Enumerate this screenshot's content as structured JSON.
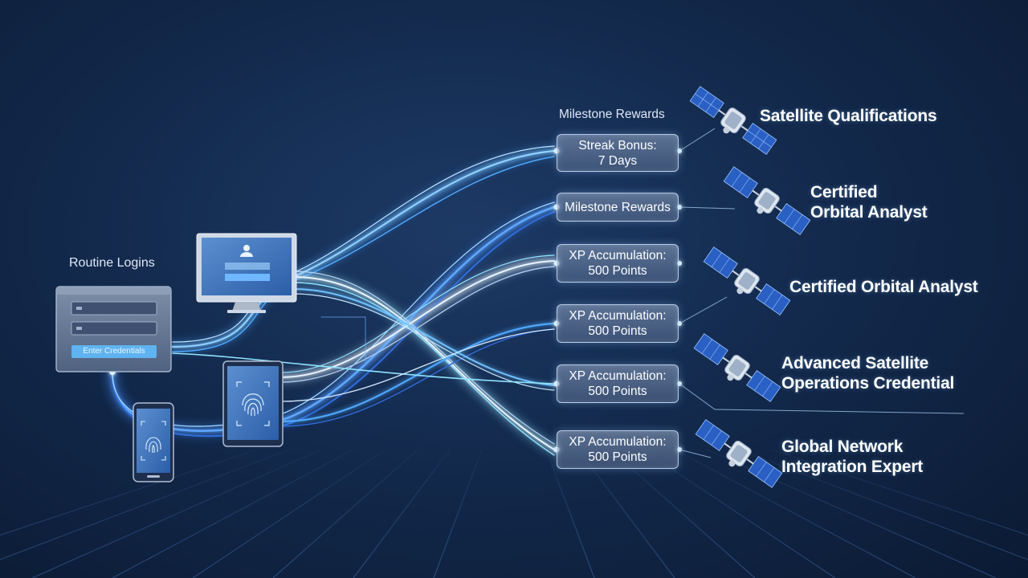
{
  "left": {
    "routine_logins_label": "Routine Logins",
    "enter_credentials_button": "Enter Credentials"
  },
  "rewards": {
    "header": "Milestone Rewards",
    "boxes": [
      {
        "line1": "Streak Bonus:",
        "line2": "7 Days"
      },
      {
        "line1": "Milestone Rewards",
        "line2": ""
      },
      {
        "line1": "XP Accumulation:",
        "line2": "500 Points"
      },
      {
        "line1": "XP Accumulation:",
        "line2": "500 Points"
      },
      {
        "line1": "XP Accumulation:",
        "line2": "500 Points"
      },
      {
        "line1": "XP Accumulation:",
        "line2": "500 Points"
      }
    ]
  },
  "credentials": [
    {
      "line1": "Satellite Qualifications",
      "line2": ""
    },
    {
      "line1": "Certified",
      "line2": "Orbital Analyst"
    },
    {
      "line1": "Certified Orbital Analyst",
      "line2": ""
    },
    {
      "line1": "Advanced Satellite",
      "line2": "Operations Credential"
    },
    {
      "line1": "Global Network",
      "line2": "Integration Expert"
    }
  ],
  "icons": {
    "satellite": "satellite-icon",
    "fingerprint": "fingerprint-icon",
    "user": "user-icon"
  },
  "colors": {
    "background": "#132a4d",
    "accent_blue": "#4ea8ff",
    "accent_cyan": "#8fe3ff",
    "glow_white": "#e8f4ff",
    "button_blue": "#5fb3f0"
  }
}
